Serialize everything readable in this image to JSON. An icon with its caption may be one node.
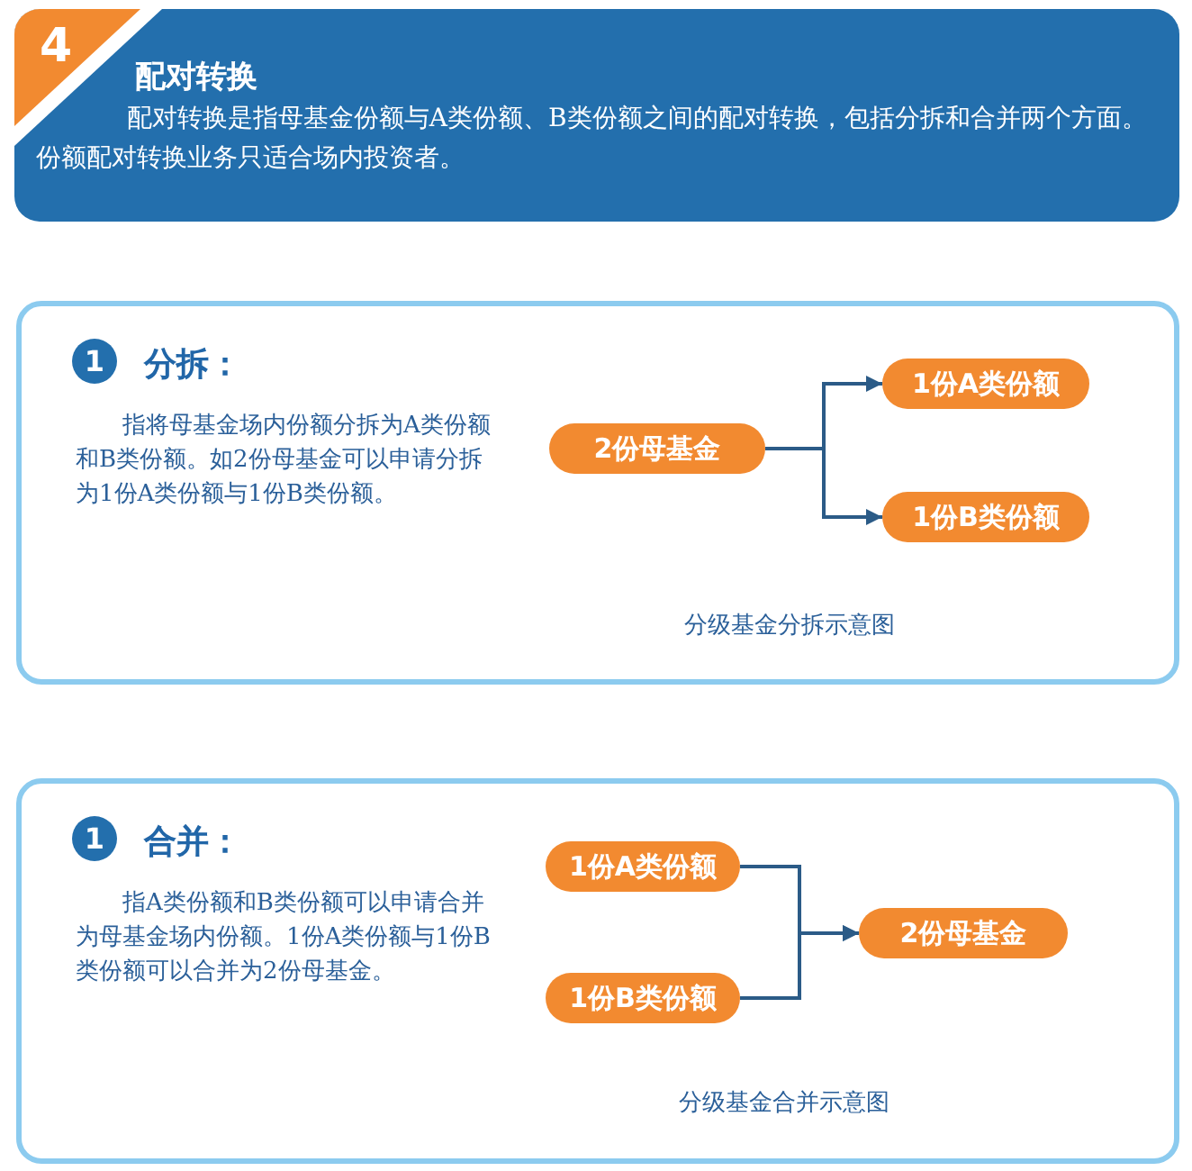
{
  "diagram": {
    "nodes": [
      {
        "text": [
          "配对转换",
          "配对转换是指母基金份额与A类份额、B类份额之间的配对转换，包括分拆和合并两个方面。份额配对转换业务只适合场内投资者。"
        ]
      },
      {
        "text": [
          "4"
        ],
        "in": 0
      },
      {
        "text": [
          "分拆：",
          "指将母基金场内份额分拆为A类份额和B类份额。如2份母基金可以申请分拆为1份A类份额与1份B类份额。"
        ]
      },
      {
        "text": [
          "1"
        ],
        "in": 2
      },
      {
        "text": [
          "2份母基金"
        ],
        "in": 2
      },
      {
        "text": [
          "1份A类份额"
        ],
        "in": 2
      },
      {
        "text": [
          "1份B类份额"
        ],
        "in": 2
      },
      {
        "text": [
          "合并：",
          "指A类份额和B类份额可以申请合并为母基金场内份额。1份A类份额与1份B类份额可以合并为2份母基金。"
        ]
      },
      {
        "text": [
          "1"
        ],
        "in": 7
      },
      {
        "text": [
          "1份A类份额"
        ],
        "in": 7
      },
      {
        "text": [
          "1份B类份额"
        ],
        "in": 7
      },
      {
        "text": [
          "2份母基金"
        ],
        "in": 7
      }
    ],
    "edges": [
      {
        "from": 4,
        "to": 5,
        "arrow": "to"
      },
      {
        "from": 4,
        "to": 6,
        "arrow": "to"
      },
      {
        "from": 9,
        "to": 11,
        "arrow": "to"
      },
      {
        "from": 10,
        "to": 11,
        "arrow": "to"
      }
    ],
    "labels": [
      "分级基金分拆示意图",
      "分级基金合并示意图"
    ]
  }
}
